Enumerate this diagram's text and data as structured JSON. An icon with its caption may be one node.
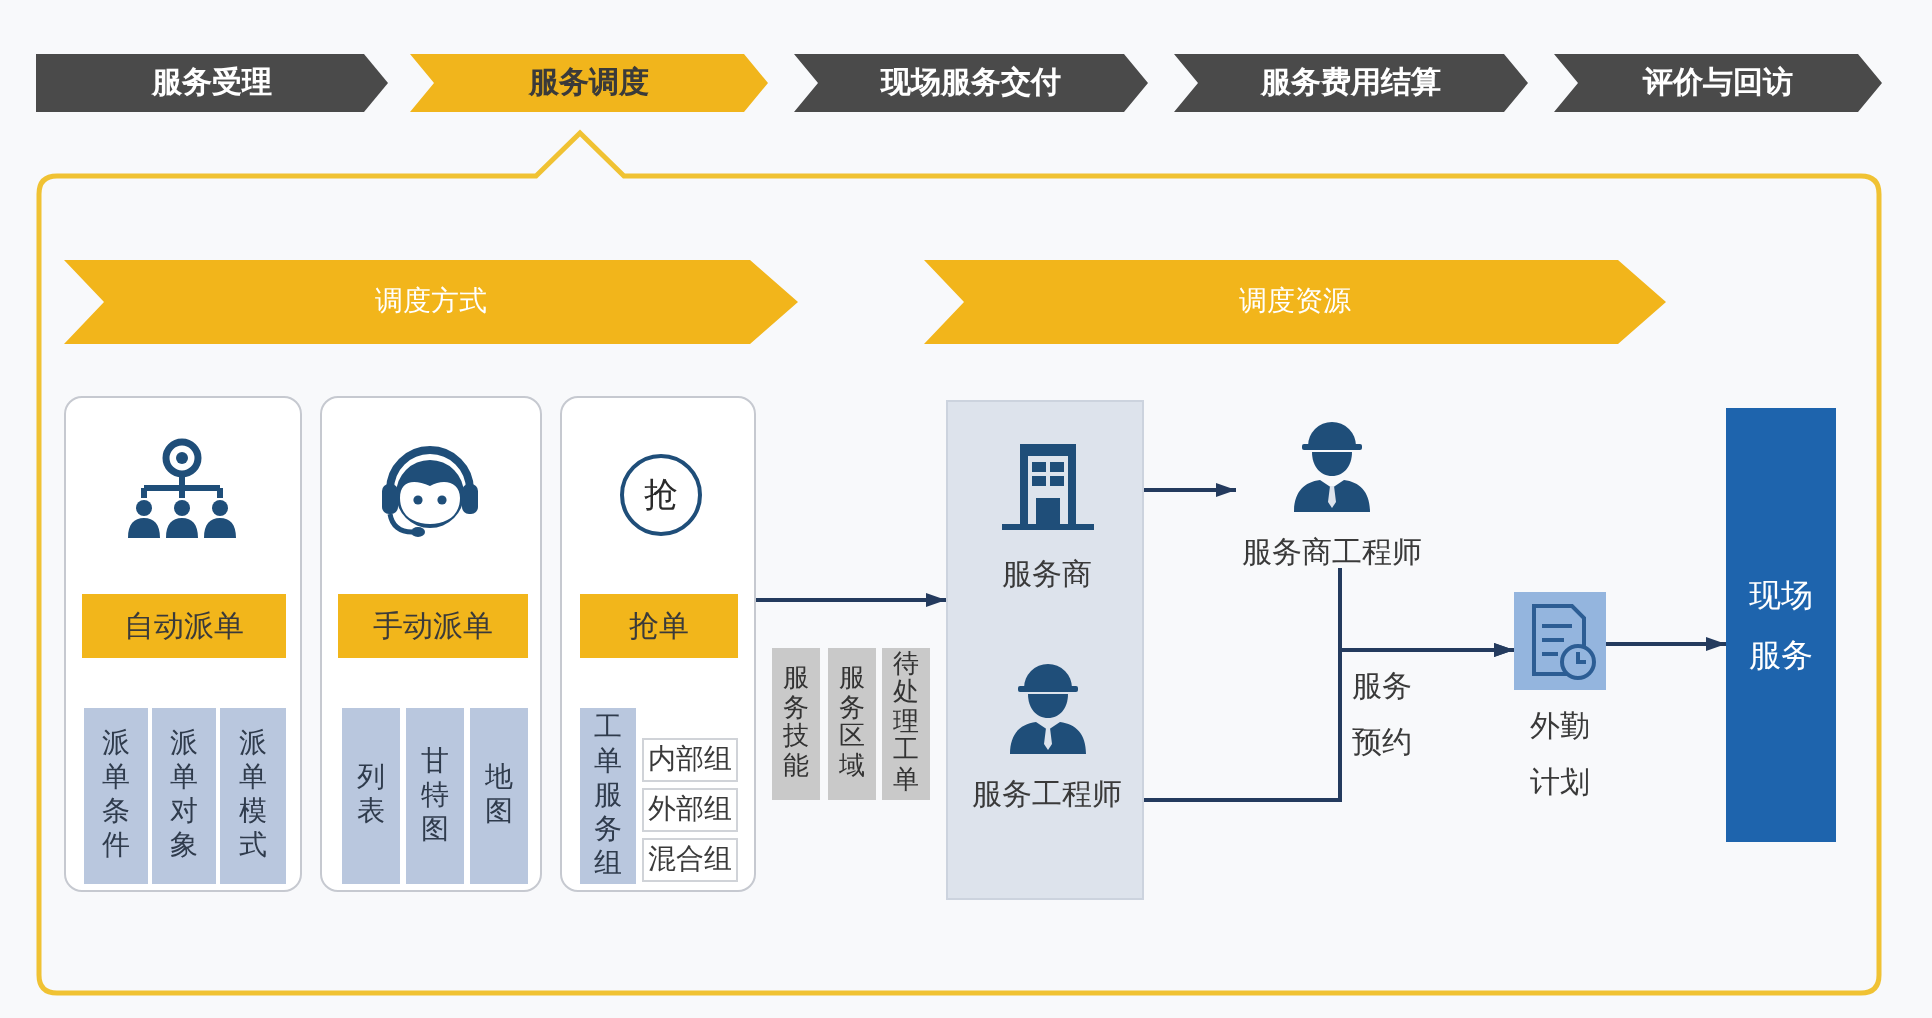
{
  "diagram": {
    "nodes": [
      {
        "text": [
          "服务受理"
        ]
      },
      {
        "text": [
          "服务调度"
        ]
      },
      {
        "text": [
          "现场服务交付"
        ]
      },
      {
        "text": [
          "服务费用结算"
        ]
      },
      {
        "text": [
          "评价与回访"
        ]
      },
      {
        "text": [],
        "shape": "box"
      },
      {
        "text": [
          "调度方式"
        ],
        "in": 5
      },
      {
        "text": [
          "调度资源"
        ],
        "in": 5
      },
      {
        "text": [],
        "shape": "box",
        "in": 5
      },
      {
        "text": [
          "自动派单"
        ],
        "in": 8
      },
      {
        "text": [
          "派单条件"
        ],
        "in": 8
      },
      {
        "text": [
          "派单对象"
        ],
        "in": 8
      },
      {
        "text": [
          "派单模式"
        ],
        "in": 8
      },
      {
        "text": [],
        "shape": "box",
        "in": 5
      },
      {
        "text": [
          "手动派单"
        ],
        "in": 13
      },
      {
        "text": [
          "列表"
        ],
        "in": 13
      },
      {
        "text": [
          "甘特图"
        ],
        "in": 13
      },
      {
        "text": [
          "地图"
        ],
        "in": 13
      },
      {
        "text": [],
        "shape": "box",
        "in": 5
      },
      {
        "text": [
          "抢"
        ],
        "in": 18
      },
      {
        "text": [
          "抢单"
        ],
        "in": 18
      },
      {
        "text": [
          "工单服务组"
        ],
        "in": 18
      },
      {
        "text": [
          "内部组"
        ],
        "in": 18
      },
      {
        "text": [
          "外部组"
        ],
        "in": 18
      },
      {
        "text": [
          "混合组"
        ],
        "in": 18
      },
      {
        "text": [
          "服务技能"
        ],
        "in": 5
      },
      {
        "text": [
          "服务区域"
        ],
        "in": 5
      },
      {
        "text": [
          "待处理工单"
        ],
        "in": 5
      },
      {
        "text": [],
        "shape": "box",
        "in": 5
      },
      {
        "text": [
          "服务商"
        ],
        "in": 28
      },
      {
        "text": [
          "服务工程师"
        ],
        "in": 28
      },
      {
        "text": [
          "服务商工程师"
        ],
        "in": 5
      },
      {
        "text": [
          "外勤计划"
        ],
        "in": 5
      },
      {
        "text": [
          "现场服务"
        ],
        "in": 5
      }
    ],
    "edges": [
      {
        "from": 18,
        "to": 28,
        "arrow": "to"
      },
      {
        "from": 29,
        "to": 31,
        "arrow": "to"
      },
      {
        "from": 31,
        "to": 32,
        "arrow": "to"
      },
      {
        "from": 30,
        "to": 32,
        "arrow": "to",
        "label": "服务预约"
      },
      {
        "from": 32,
        "to": 33,
        "arrow": "to"
      }
    ]
  }
}
